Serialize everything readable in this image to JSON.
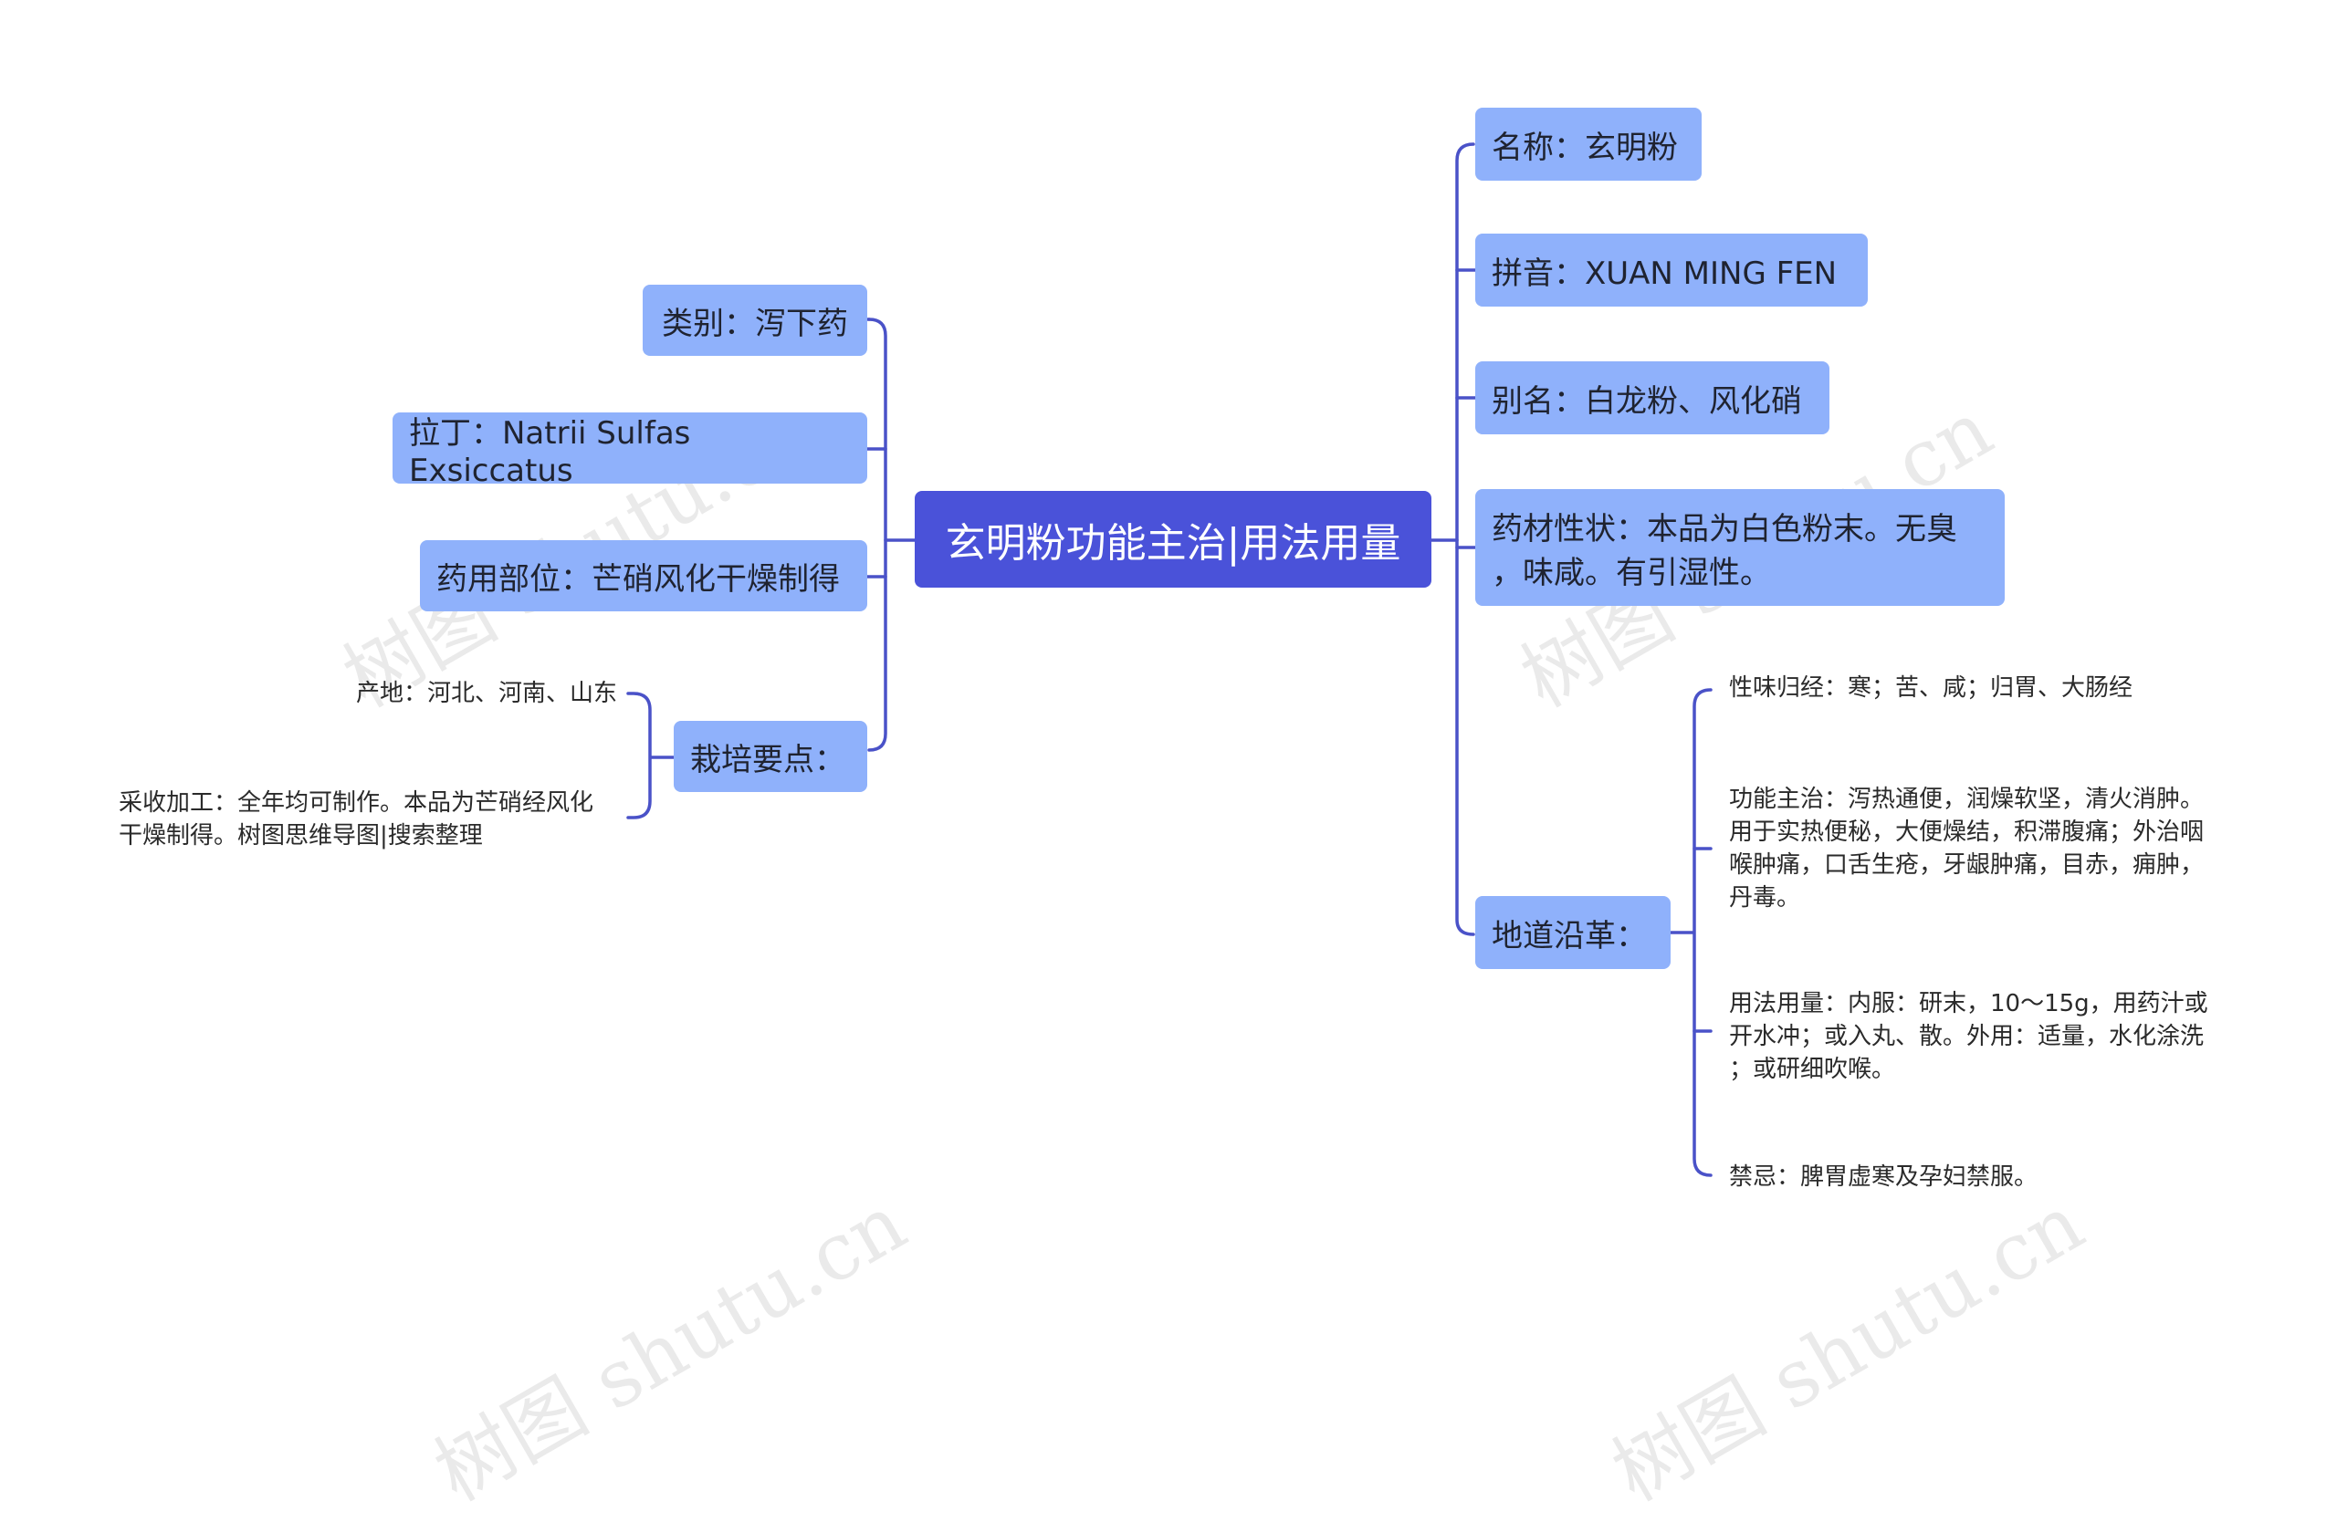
{
  "root": {
    "label": "玄明粉功能主治|用法用量"
  },
  "left": {
    "category": "类别：泻下药",
    "latin": "拉丁：Natrii Sulfas Exsiccatus",
    "part": "药用部位：芒硝风化干燥制得",
    "cultivation": {
      "label": "栽培要点：",
      "origin": "产地：河北、河南、山东",
      "harvest": "采收加工：全年均可制作。本品为芒硝经风化\n干燥制得。树图思维导图|搜索整理"
    }
  },
  "right": {
    "name": "名称：玄明粉",
    "pinyin": "拼音：XUAN MING FEN",
    "alias": "别名：白龙粉、风化硝",
    "traits": "药材性状：本品为白色粉末。无臭\n，味咸。有引湿性。",
    "origin_history": {
      "label": "地道沿革：",
      "nature": "性味归经：寒；苦、咸；归胃、大肠经",
      "function": "功能主治：泻热通便，润燥软坚，清火消肿。\n用于实热便秘，大便燥结，积滞腹痛；外治咽\n喉肿痛，口舌生疮，牙龈肿痛，目赤，痈肿，\n丹毒。",
      "usage": "用法用量：内服：研末，10～15g，用药汁或\n开水冲；或入丸、散。外用：适量，水化涂洗\n；或研细吹喉。",
      "contraindication": "禁忌：脾胃虚寒及孕妇禁服。"
    }
  },
  "watermark": "树图 shutu.cn",
  "colors": {
    "root": "#4a52d9",
    "node": "#8fb1fb",
    "line": "#4a52c8"
  }
}
